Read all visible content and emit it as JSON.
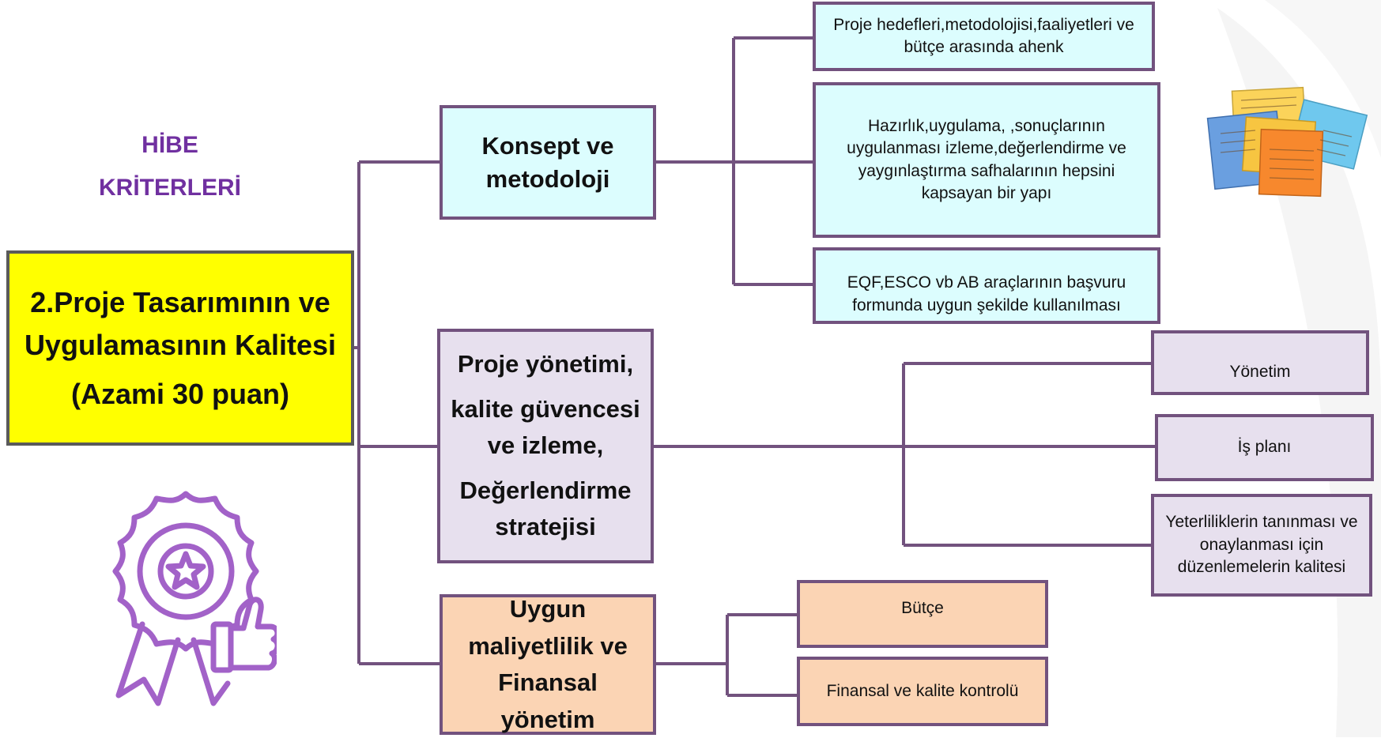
{
  "heading": {
    "line1": "HİBE",
    "line2": "KRİTERLERİ"
  },
  "main": {
    "line1": "2.Proje Tasarımının ve",
    "line2": "Uygulamasının Kalitesi",
    "line3": "(Azami 30 puan)"
  },
  "branches": [
    {
      "lines": [
        "Konsept ve",
        "metodoloji"
      ],
      "children": [
        "Proje hedefleri,metodolojisi,faaliyetleri ve bütçe arasında ahenk",
        "Hazırlık,uygulama, ,sonuçlarının uygulanması izleme,değerlendirme ve yaygınlaştırma safhalarının hepsini kapsayan bir yapı",
        "EQF,ESCO vb AB araçlarının başvuru formunda uygun şekilde kullanılması"
      ]
    },
    {
      "lines": [
        "Proje yönetimi,",
        "kalite güvencesi",
        "ve izleme,",
        "Değerlendirme",
        "stratejisi"
      ],
      "children": [
        "Yönetim",
        "İş planı",
        "Yeterliliklerin tanınması ve onaylanması için düzenlemelerin kalitesi"
      ]
    },
    {
      "lines": [
        "Uygun",
        "maliyetlilik ve",
        "Finansal yönetim"
      ],
      "children": [
        "Bütçe",
        "Finansal ve kalite kontrolü"
      ]
    }
  ],
  "colors": {
    "heading": "#7030a0",
    "main_fill": "#ffff00",
    "connector": "#72527e",
    "cyan_fill": "#dcfdfe",
    "lavender_fill": "#e7e0ee",
    "peach_fill": "#fbd4b4",
    "icon_purple": "#a262c8"
  },
  "icons": [
    "award-badge-thumbs-up-icon",
    "sticky-notes-icon"
  ]
}
